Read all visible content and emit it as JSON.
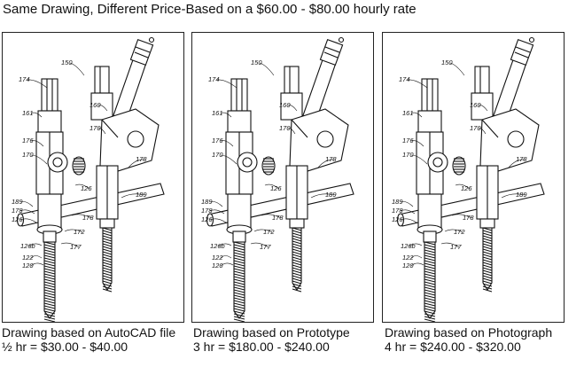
{
  "title": "Same Drawing, Different Price-Based on a $60.00 - $80.00 hourly rate",
  "drawing_labels": [
    "150",
    "174",
    "161",
    "160",
    "170",
    "176",
    "170",
    "178",
    "126",
    "189",
    "189",
    "178",
    "126",
    "178",
    "172",
    "126b",
    "177",
    "122",
    "120"
  ],
  "panels": [
    {
      "caption_line1": "Drawing based on AutoCAD file",
      "caption_line2": "½ hr = $30.00 - $40.00"
    },
    {
      "caption_line1": "Drawing based on Prototype",
      "caption_line2": "3 hr = $180.00 - $240.00"
    },
    {
      "caption_line1": "Drawing based on Photograph",
      "caption_line2": "4 hr = $240.00 - $320.00"
    }
  ]
}
